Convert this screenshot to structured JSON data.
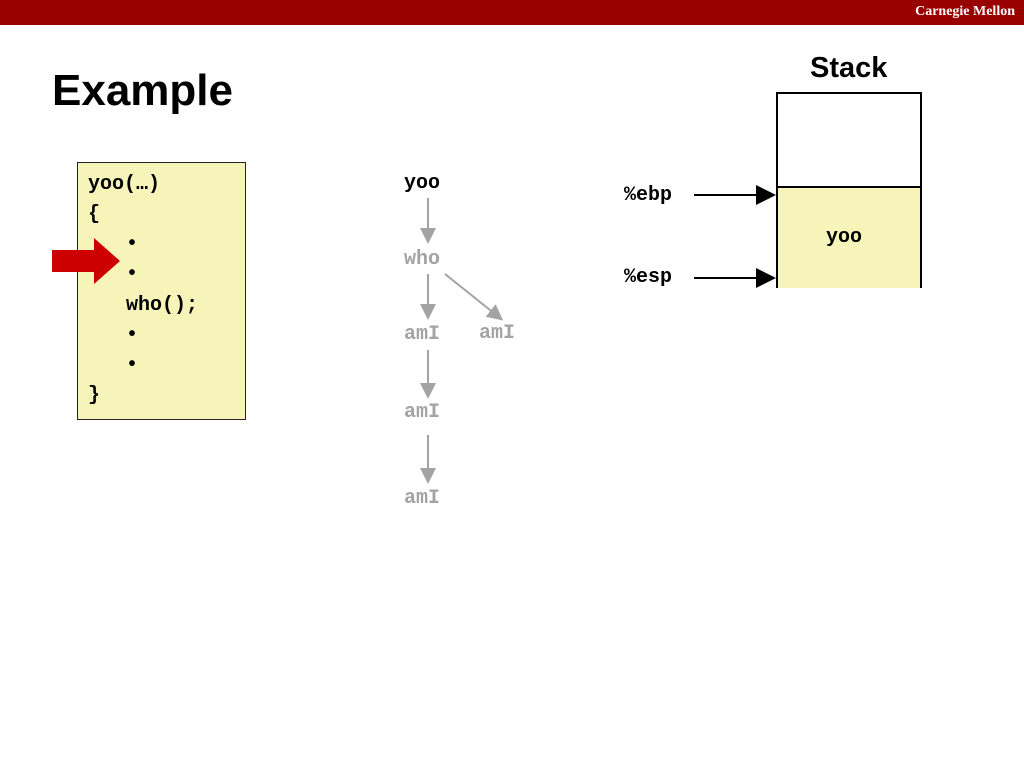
{
  "header": {
    "brand": "Carnegie Mellon",
    "bar_color": "#990000"
  },
  "slide": {
    "title": "Example"
  },
  "code": {
    "lines": [
      "yoo(…)",
      "{",
      "•",
      "•",
      "who();",
      "•",
      "•",
      "}"
    ],
    "highlight_color": "#f7f4b9",
    "pointer_color": "#cc0000"
  },
  "call_tree": {
    "nodes": [
      {
        "label": "yoo",
        "active": true
      },
      {
        "label": "who",
        "active": false
      },
      {
        "label": "amI",
        "active": false
      },
      {
        "label": "amI",
        "active": false
      },
      {
        "label": "amI",
        "active": false
      },
      {
        "label": "amI",
        "active": false
      }
    ],
    "inactive_color": "#a3a3a3"
  },
  "stack": {
    "title": "Stack",
    "frames": [
      {
        "label": "yoo"
      }
    ],
    "registers": {
      "ebp": "%ebp",
      "esp": "%esp"
    },
    "frame_color": "#f7f4b9"
  }
}
